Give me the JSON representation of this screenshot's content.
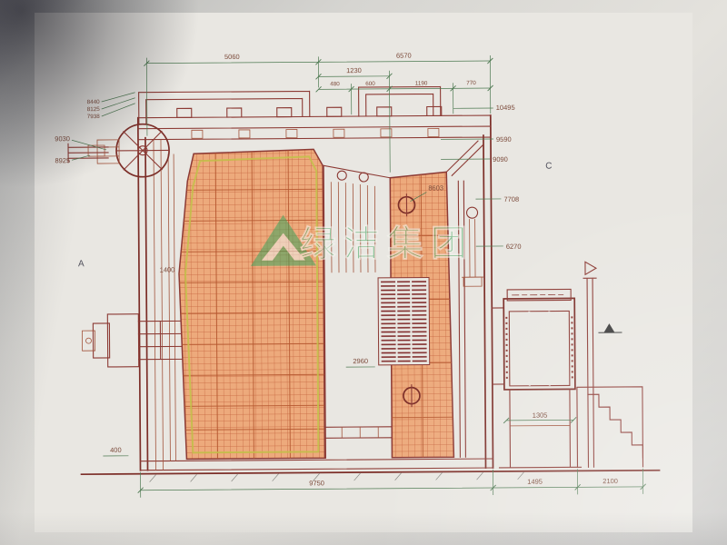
{
  "colors": {
    "line": "#8c3a34",
    "hatch": "#edaa7c",
    "dimension": "#4e7a52",
    "watermark": "#3fa45c"
  },
  "watermark": {
    "text": "绿洁集团"
  },
  "markers": {
    "a": "A",
    "c": "C"
  },
  "dims": {
    "top_5060": "5060",
    "top_6570": "6570",
    "top_1230": "1230",
    "top_480": "480",
    "top_600": "600",
    "top_1190": "1190",
    "top_770": "770",
    "right_10495": "10495",
    "right_9590": "9590",
    "right_9090": "9090",
    "right_7708": "7708",
    "right_6270": "6270",
    "mid_8603": "8603",
    "mid_2960": "2960",
    "left_8440": "8440",
    "left_8125": "8125",
    "left_7938": "7938",
    "left_9030": "9030",
    "left_8925": "8925",
    "left_1400": "1400",
    "left_400": "400",
    "eco_1305": "1305",
    "bottom_9750": "9750",
    "bottom_1495": "1495",
    "bottom_2100": "2100"
  }
}
